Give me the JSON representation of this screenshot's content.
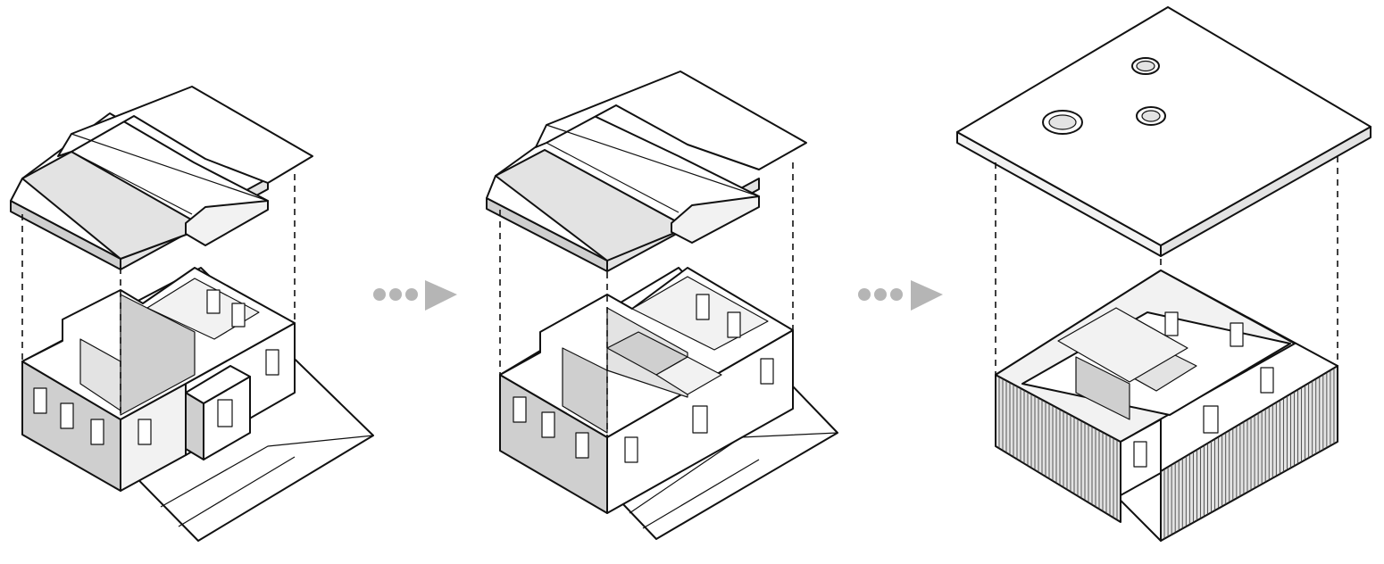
{
  "diagram": {
    "stages": [
      {
        "id": "stage-1",
        "roof": "gable-roof",
        "house": "original-house"
      },
      {
        "id": "stage-2",
        "roof": "gable-roof",
        "house": "extended-house"
      },
      {
        "id": "stage-3",
        "roof": "flat-roof-with-skylights",
        "house": "house-with-slatted-facade"
      }
    ],
    "connectors": [
      "dots-arrow",
      "dots-arrow"
    ],
    "colors": {
      "line": "#111111",
      "face_light": "#f2f2f2",
      "face_mid": "#e3e3e3",
      "face_dark": "#cfcfcf",
      "arrow": "#b5b5b5"
    }
  }
}
